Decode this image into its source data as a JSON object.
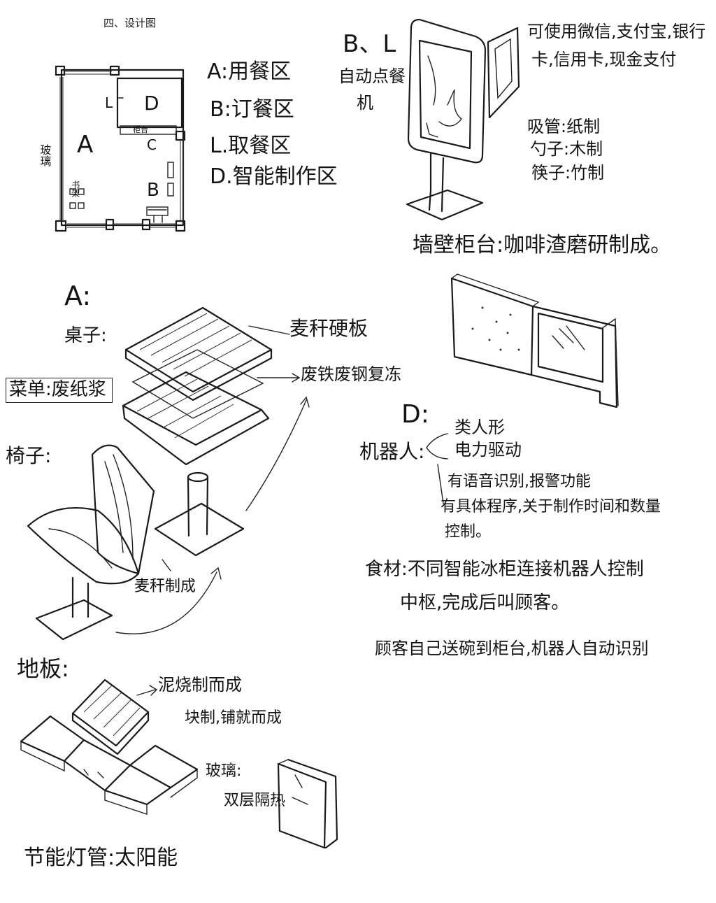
{
  "title": "四、设计图",
  "plan": {
    "zone_a": "A",
    "zone_b": "B",
    "zone_c": "C",
    "zone_d": "D",
    "zone_l": "L",
    "counter_label": "柜台",
    "glass_label": "玻璃",
    "bookshelf_label": "书架",
    "legend": [
      "A:用餐区",
      "B:订餐区",
      "L.取餐区",
      "D.智能制作区"
    ]
  },
  "kiosk": {
    "heading": "B、L",
    "subheading": [
      "自动点餐",
      "机"
    ],
    "payment": [
      "可使用微信,支付宝,银行",
      "卡,信用卡,现金支付"
    ],
    "materials": [
      "吸管:纸制",
      "勺子:木制",
      "筷子:竹制"
    ],
    "wall_counter": "墙壁柜台:咖啡渣磨研制成。"
  },
  "furniture": {
    "section": "A:",
    "table": "桌子:",
    "menu": "菜单:废纸浆",
    "chair": "椅子:",
    "layer1": "麦秆硬板",
    "layer2": "废铁废钢复冻",
    "chair_material": "麦秆制成"
  },
  "robot": {
    "section": "D:",
    "label": "机器人:",
    "features": [
      "类人形",
      "电力驱动",
      "有语音识别,报警功能",
      "有具体程序,关于制作时间和数量",
      "控制。"
    ],
    "ingredients": [
      "食材:不同智能冰柜连接机器人控制",
      "中枢,完成后叫顾客。"
    ],
    "return_note": "顾客自己送碗到柜台,机器人自动识别"
  },
  "floor": {
    "label": "地板:",
    "material": [
      "泥烧制而成",
      "块制,铺就而成"
    ],
    "glass": [
      "玻璃:",
      "双层隔热"
    ]
  },
  "lighting": "节能灯管:太阳能"
}
